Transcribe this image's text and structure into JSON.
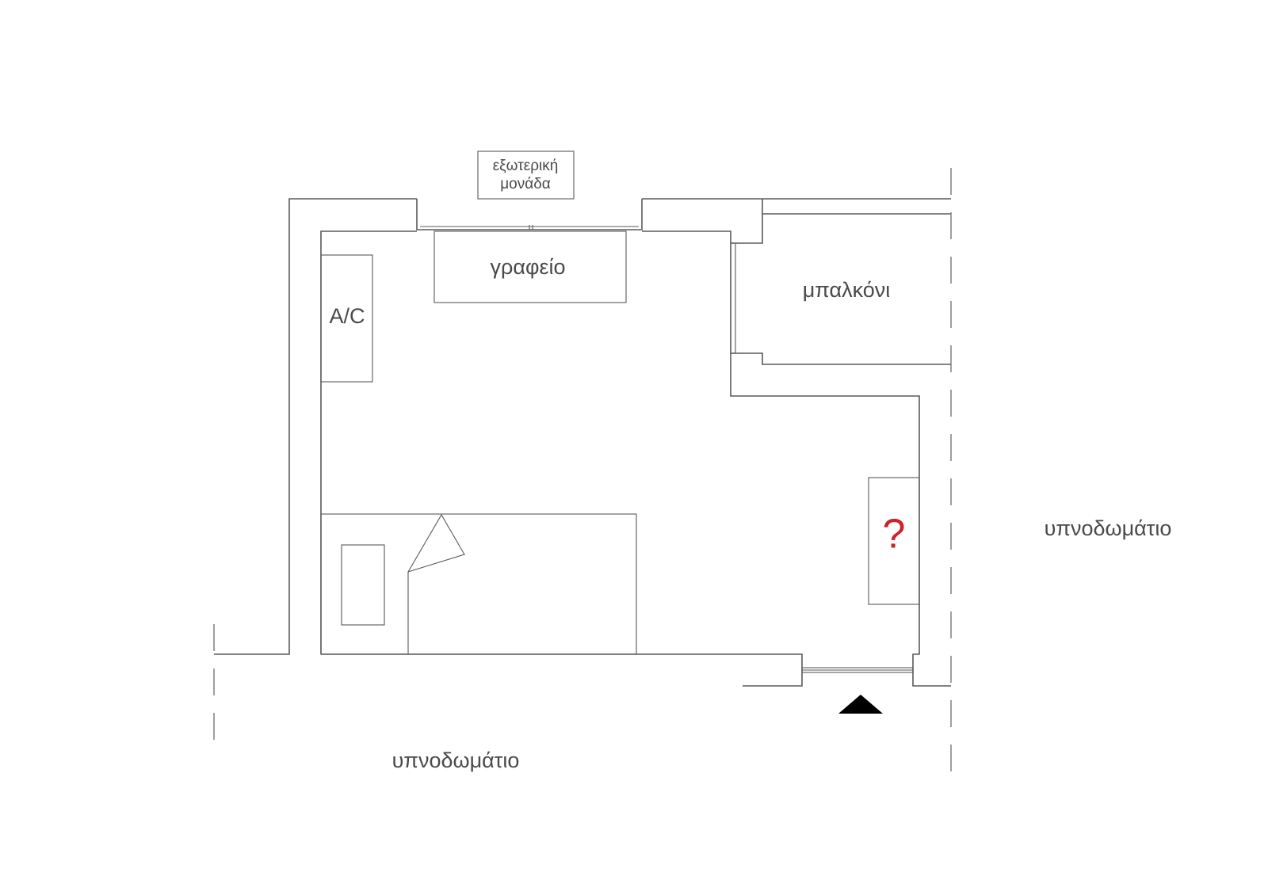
{
  "labels": {
    "outdoor_unit_line1": "εξωτερική",
    "outdoor_unit_line2": "μονάδα",
    "desk": "γραφείο",
    "ac": "A/C",
    "balcony": "μπαλκόνι",
    "question_mark": "?",
    "bedroom_right": "υπνοδωμάτιο",
    "bedroom_bottom": "υπνοδωμάτιο"
  },
  "colors": {
    "walls": "#5a5a5a",
    "text": "#4a4a4a",
    "question_mark": "#d0202a",
    "entrance_arrow": "#000000"
  },
  "icons": {
    "entrance_arrow": "triangle-up"
  }
}
